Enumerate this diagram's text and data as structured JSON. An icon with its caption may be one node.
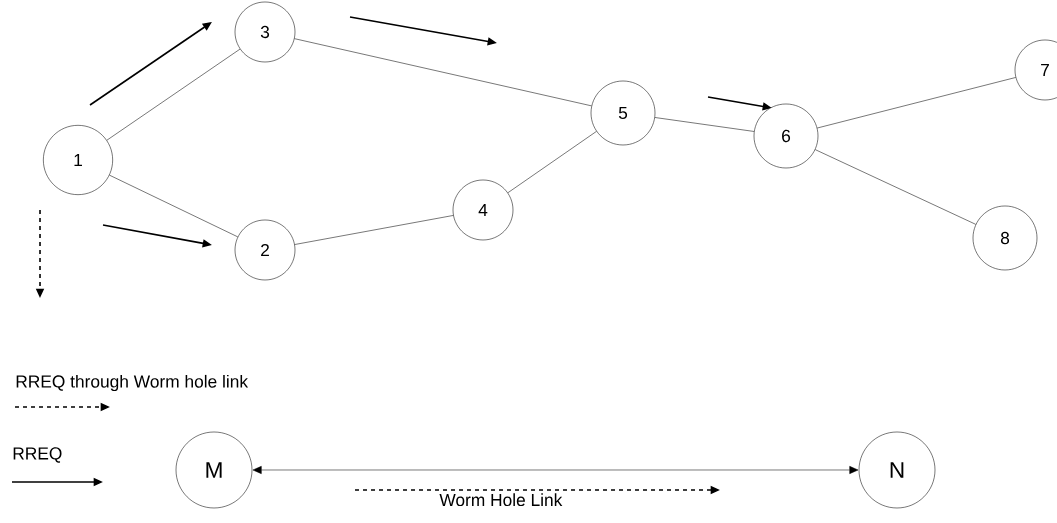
{
  "diagram": {
    "nodes": [
      {
        "text": [
          "1"
        ]
      },
      {
        "text": [
          "3"
        ]
      },
      {
        "text": [
          "2"
        ]
      },
      {
        "text": [
          "4"
        ]
      },
      {
        "text": [
          "5"
        ]
      },
      {
        "text": [
          "6"
        ]
      },
      {
        "text": [
          "7"
        ]
      },
      {
        "text": [
          "8"
        ]
      },
      {
        "text": [
          "M"
        ]
      },
      {
        "text": [
          "N"
        ]
      }
    ],
    "edges": [
      {
        "from": 0,
        "to": 1,
        "arrow": "none"
      },
      {
        "from": 0,
        "to": 2,
        "arrow": "none"
      },
      {
        "from": 1,
        "to": 4,
        "arrow": "none"
      },
      {
        "from": 2,
        "to": 3,
        "arrow": "none"
      },
      {
        "from": 3,
        "to": 4,
        "arrow": "none"
      },
      {
        "from": 4,
        "to": 5,
        "arrow": "none"
      },
      {
        "from": 5,
        "to": 6,
        "arrow": "none"
      },
      {
        "from": 5,
        "to": 7,
        "arrow": "none"
      },
      {
        "from": 8,
        "to": 9,
        "arrow": "both",
        "label": "Worm Hole Link"
      }
    ],
    "legend": [
      {
        "text": "RREQ through Worm hole link"
      },
      {
        "text": "RREQ"
      }
    ]
  }
}
